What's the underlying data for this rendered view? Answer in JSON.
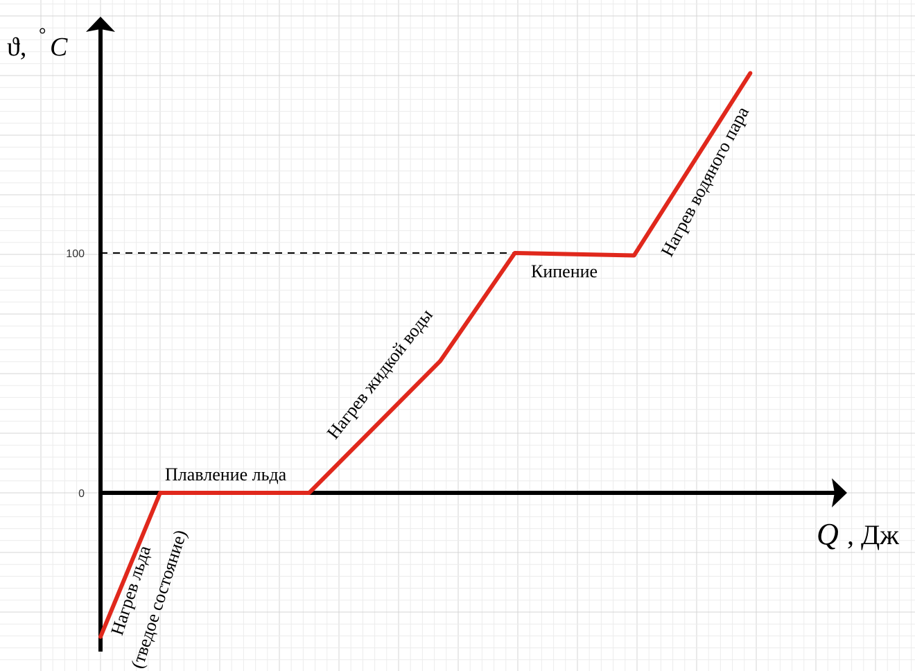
{
  "chart_data": {
    "type": "line",
    "title": "",
    "xlabel": "Q",
    "xlabel_unit": ", Дж",
    "ylabel_symbol": "ϑ,",
    "ylabel_unit": "C",
    "ylabel_degree": "°",
    "y_ticks": [
      {
        "value": 0,
        "label": "0"
      },
      {
        "value": 100,
        "label": "100"
      }
    ],
    "grid": true,
    "reference_line": {
      "y": 100,
      "style": "dashed"
    },
    "series": [
      {
        "color": "#e0281c",
        "points": [
          {
            "x": 0.0,
            "y": -60
          },
          {
            "x": 1.0,
            "y": 0
          },
          {
            "x": 3.5,
            "y": 0
          },
          {
            "x": 5.7,
            "y": 55
          },
          {
            "x": 6.95,
            "y": 100
          },
          {
            "x": 8.95,
            "y": 99
          },
          {
            "x": 10.9,
            "y": 175
          }
        ]
      }
    ],
    "annotations": [
      {
        "id": "ice-heating",
        "lines": [
          "Нагрев льда",
          "(тведое состояние)"
        ]
      },
      {
        "id": "ice-melting",
        "lines": [
          "Плавление льда"
        ]
      },
      {
        "id": "water-heating",
        "lines": [
          "Нагрев жидкой воды"
        ]
      },
      {
        "id": "boiling",
        "lines": [
          "Кипение"
        ]
      },
      {
        "id": "vapor-heating",
        "lines": [
          "Нагрев водяного пара"
        ]
      }
    ]
  },
  "colors": {
    "grid_major": "#d4d4d4",
    "grid_minor": "#ececec",
    "axis": "#000000",
    "curve": "#e0281c",
    "text": "#000000",
    "tick_text": "#333333"
  }
}
